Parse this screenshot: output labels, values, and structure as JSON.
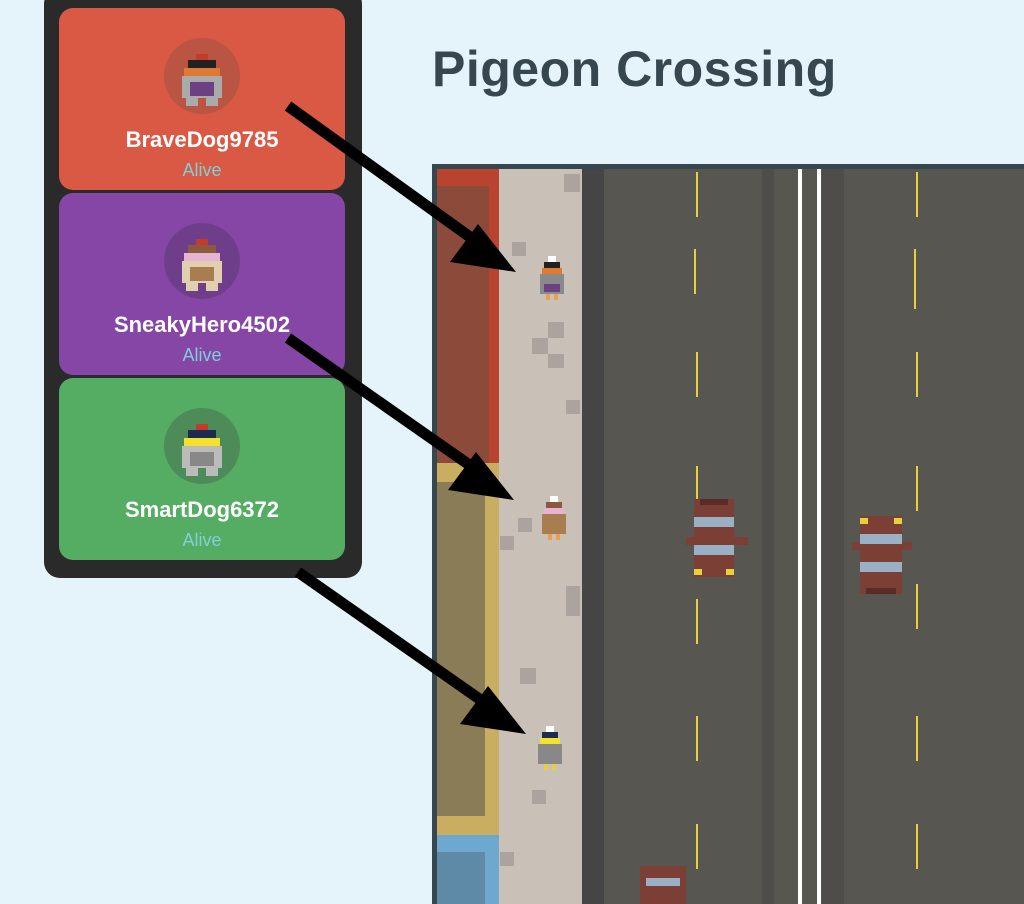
{
  "game": {
    "title": "Pigeon Crossing"
  },
  "players": [
    {
      "name": "BraveDog9785",
      "status": "Alive",
      "card_color": "#d95944",
      "avatar_bg": "#b95542",
      "hat": "#222222",
      "band": "#e07a33",
      "body": "#6d3f83",
      "beak": "#aaaaaa"
    },
    {
      "name": "SneakyHero4502",
      "status": "Alive",
      "card_color": "#8546a6",
      "avatar_bg": "#6f3e8a",
      "hat": "#8b5a3c",
      "band": "#e6b3d3",
      "body": "#a87d50",
      "beak": "#e0d0b0"
    },
    {
      "name": "SmartDog6372",
      "status": "Alive",
      "card_color": "#55ad63",
      "avatar_bg": "#4d8c59",
      "hat": "#1f2a4f",
      "band": "#f2e12e",
      "body": "#888888",
      "beak": "#bbbbbb"
    }
  ],
  "colors": {
    "background": "#e4f4fa",
    "panel": "#2a2a2a",
    "road": "#585651",
    "sidewalk": "#c9c0b8",
    "lane_line": "#e8cf3c",
    "center_line": "#ffffff"
  }
}
